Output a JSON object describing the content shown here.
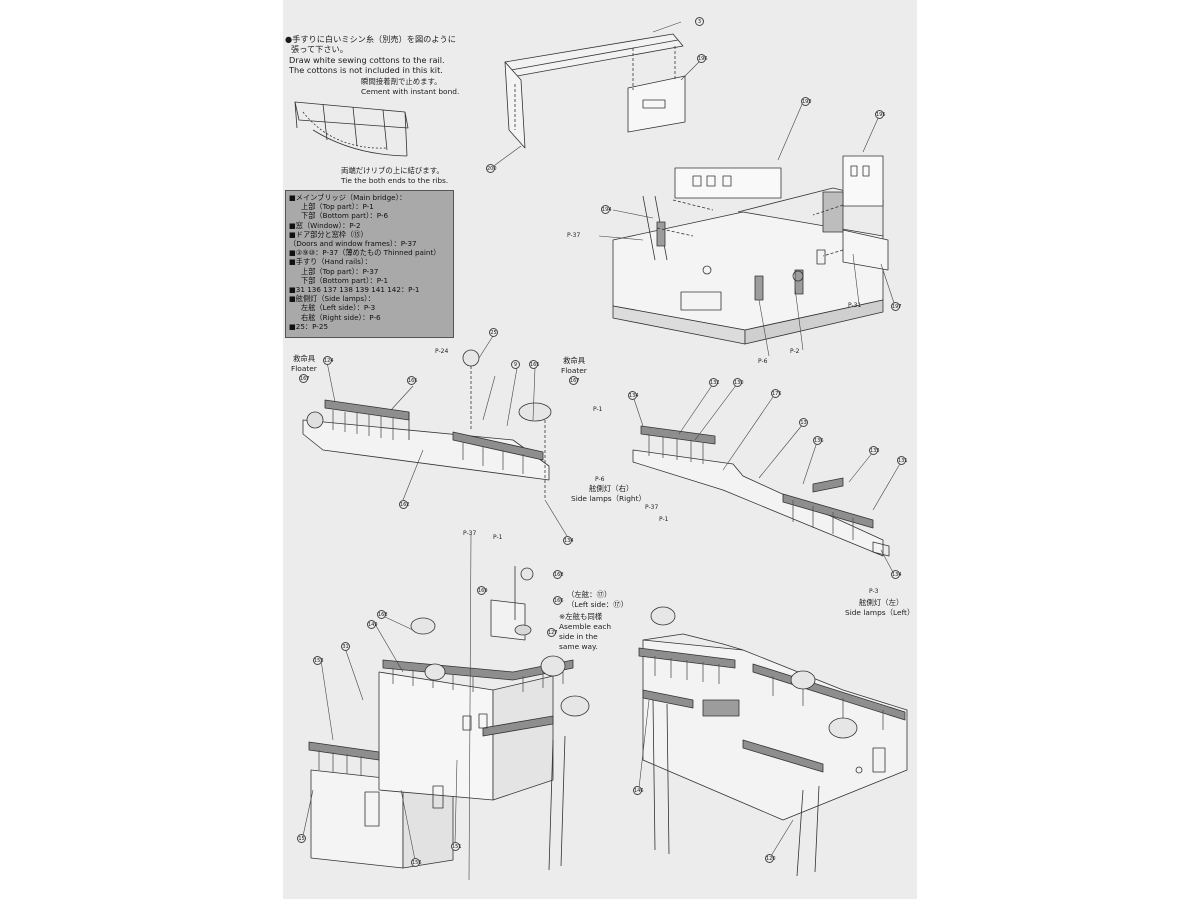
{
  "notes": {
    "rail_jp": "●手すりに白いミシン糸（別売）を図のように張って下さい。",
    "rail_jp_1": "●手すりに白いミシン糸（別売）を図のように",
    "rail_jp_2": "張って下さい。",
    "rail_en_1": "Draw white sewing cottons to the rail.",
    "rail_en_2": "The cottons is not included in this kit.",
    "cement_jp": "瞬間接着剤で止めます。",
    "cement_en": "Cement with instant bond.",
    "tie_jp": "両端だけリブの上に結びます。",
    "tie_en": "Tie the both ends to the ribs."
  },
  "paint_box": {
    "rows": [
      {
        "text": "■メインブリッジ（Main bridge）：",
        "indent": false
      },
      {
        "text": "上部（Top part）：P-1",
        "indent": true
      },
      {
        "text": "下部（Bottom part）：P-6",
        "indent": true
      },
      {
        "text": "■窓（Window）：P-2",
        "indent": false
      },
      {
        "text": "■ドア部分と窓枠（⑮）",
        "indent": false
      },
      {
        "text": "（Doors and window frames）：P-37",
        "indent": false
      },
      {
        "text": "■③⑨⑩：P-37（薄めたもの Thinned paint）",
        "indent": false
      },
      {
        "text": "■手すり（Hand rails）：",
        "indent": false
      },
      {
        "text": "上部（Top part）：P-37",
        "indent": true
      },
      {
        "text": "下部（Bottom part）：P-1",
        "indent": true
      },
      {
        "text": "■31 136 137 138 139 141 142：P-1",
        "indent": false
      },
      {
        "text": "■舷側灯（Side lamps）：",
        "indent": false
      },
      {
        "text": "左舷（Left side）：P-3",
        "indent": true
      },
      {
        "text": "右舷（Right side）：P-6",
        "indent": true
      },
      {
        "text": "■25：P-25",
        "indent": false
      }
    ]
  },
  "labels": {
    "floater_jp": "救命具",
    "floater_en": "Floater",
    "side_lamps_right_jp": "舷側灯（右）",
    "side_lamps_right_en": "Side lamps（Right）",
    "side_lamps_left_jp": "舷側灯（左）",
    "side_lamps_left_en": "Side lamps（Left）",
    "left_side_jp": "（左舷：⑰）",
    "left_side_en": "（Left side：⑰）",
    "asemble_jp": "※左舷も同様",
    "asemble_en_1": "Asemble each",
    "asemble_en_2": "side in the",
    "asemble_en_3": "same way."
  },
  "paint_codes": {
    "p37_top": "P-37",
    "p31": "P-31",
    "p2": "P-2",
    "p6": "P-6",
    "p24": "P-24",
    "p1_floater": "P-1",
    "p37_mid": "P-37",
    "p1_mid": "P-1",
    "p6_lamp": "P-6",
    "p37_lamp": "P-37",
    "p1_lamp": "P-1",
    "p3_lamp": "P-3"
  },
  "part_numbers": {
    "n3": "3",
    "n196": "196",
    "n200": "200",
    "n193": "193",
    "n195": "195",
    "n194": "194",
    "n197": "197",
    "n25": "25",
    "n9": "9",
    "n165a": "165",
    "n165b": "165",
    "n167a": "167",
    "n167b": "167",
    "n124": "124",
    "n162": "162",
    "n134a": "134",
    "n132": "132",
    "n130": "130",
    "n175": "175",
    "n13": "13",
    "n136": "136",
    "n133": "133",
    "n131": "131",
    "n134b": "134",
    "n168": "168",
    "n166": "166",
    "n169": "169",
    "n127": "127",
    "n153": "153",
    "n31": "31",
    "n149": "149",
    "n168b": "168",
    "n15": "15",
    "n156": "156",
    "n151": "151",
    "n146": "146",
    "n120": "120"
  }
}
